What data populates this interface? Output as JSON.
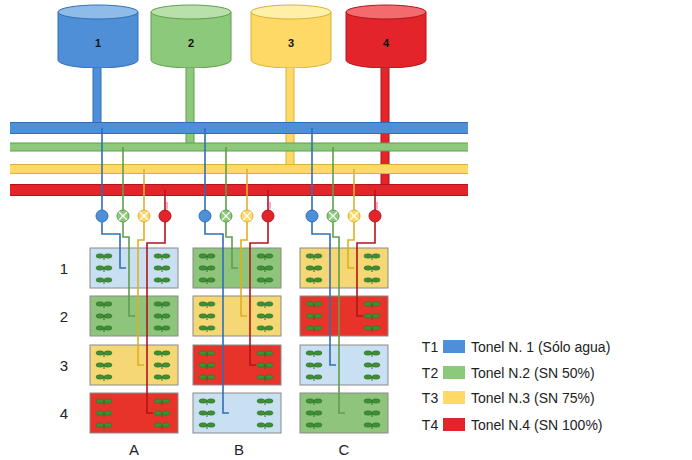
{
  "diagram": {
    "nodes": [
      {
        "text": [
          "1"
        ]
      },
      {
        "text": [
          "2"
        ]
      },
      {
        "text": [
          "3"
        ]
      },
      {
        "text": [
          "4"
        ]
      }
    ],
    "labels": [
      "1",
      "2",
      "3",
      "4",
      "A",
      "B",
      "C",
      "T1",
      "T2",
      "T3",
      "T4"
    ],
    "legend": [
      {
        "text": "Tonel N. 1 (Sólo agua)",
        "color": "#4f8fd8"
      },
      {
        "text": "Tonel N.2 (SN 50%)",
        "color": "#8cc97a"
      },
      {
        "text": "Tonel N.3 (SN 75%)",
        "color": "#ffd966"
      },
      {
        "text": "Tonel N.4 (SN 100%)",
        "color": "#e3242b"
      }
    ]
  }
}
